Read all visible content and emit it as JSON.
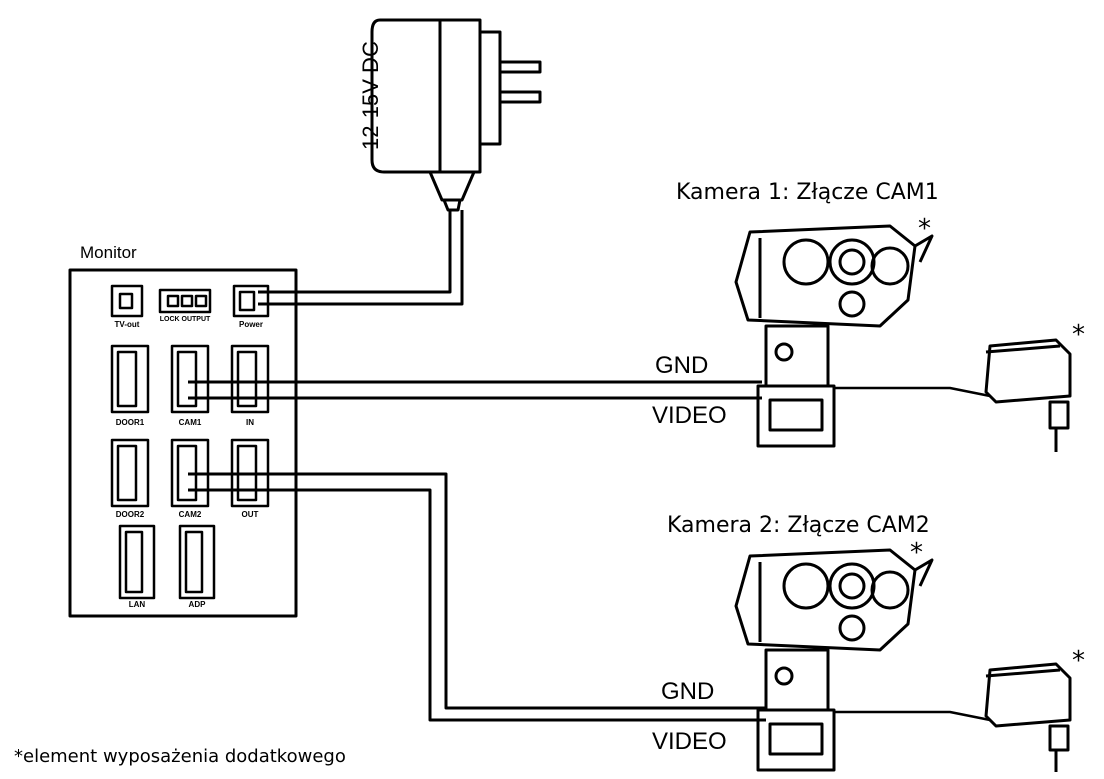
{
  "power_supply": {
    "label": "12-15V DC"
  },
  "monitor": {
    "title": "Monitor",
    "ports": {
      "tv_out": "TV-out",
      "lock_output": "LOCK OUTPUT",
      "power": "Power",
      "door1": "DOOR1",
      "cam1": "CAM1",
      "in": "IN",
      "door2": "DOOR2",
      "cam2": "CAM2",
      "out": "OUT",
      "lan": "LAN",
      "adp": "ADP"
    }
  },
  "camera1": {
    "title": "Kamera 1: Złącze CAM1",
    "gnd": "GND",
    "video": "VIDEO",
    "star": "*",
    "adapter_star": "*"
  },
  "camera2": {
    "title": "Kamera 2: Złącze CAM2",
    "gnd": "GND",
    "video": "VIDEO",
    "star": "*",
    "adapter_star": "*"
  },
  "footnote": "*element wyposażenia dodatkowego"
}
